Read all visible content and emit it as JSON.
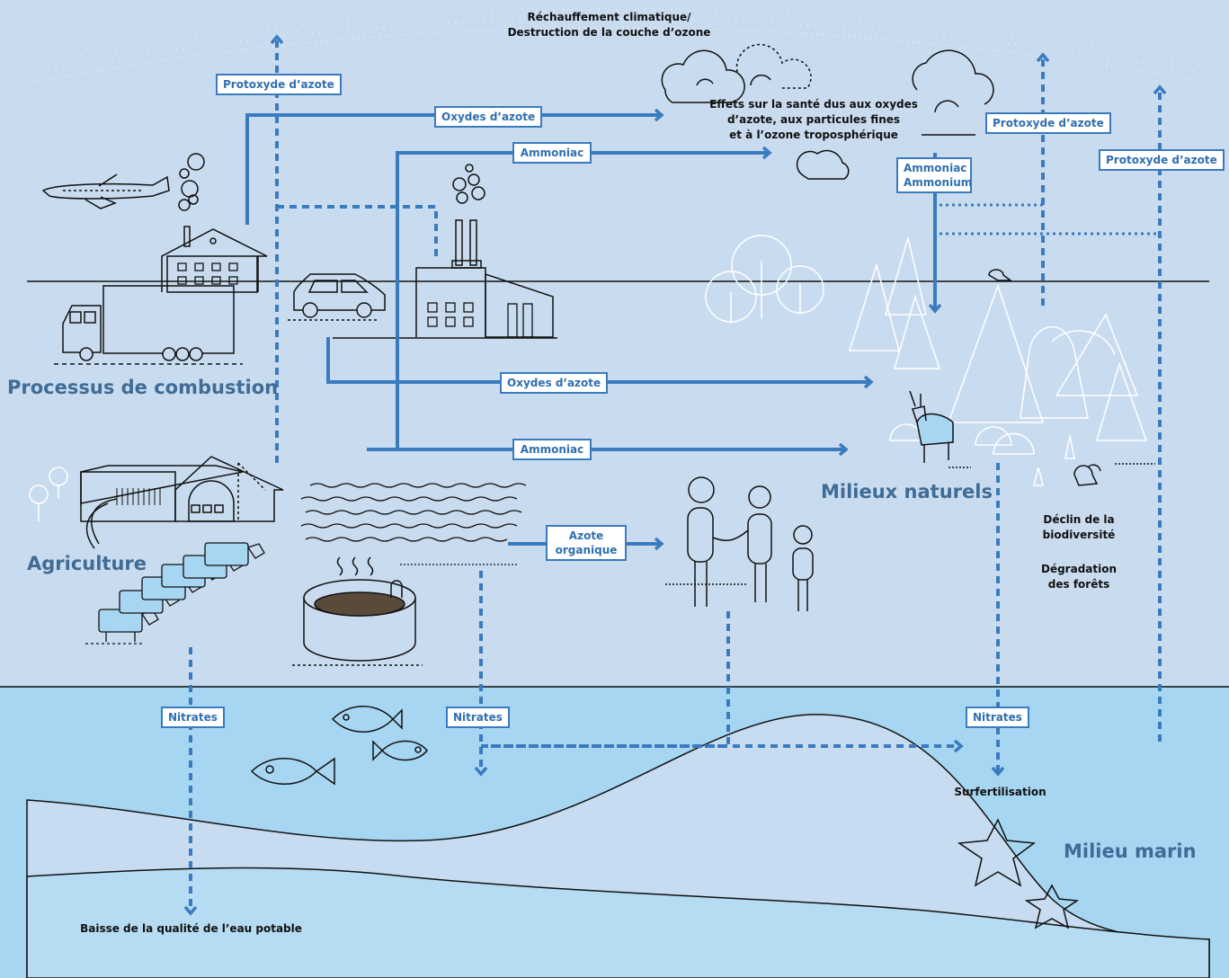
{
  "colors": {
    "background": "#c9dcef",
    "sea": "#a6d6f2",
    "arrow": "#3a7bbf",
    "zone_text": "#3f6c96"
  },
  "notes": {
    "climate_line1": "Réchauffement climatique/",
    "climate_line2": "Destruction de la couche d’ozone",
    "health_line1": "Effets sur la santé dus aux oxydes",
    "health_line2": "d’azote, aux particules fines",
    "health_line3": "et à l’ozone troposphérique",
    "biodiversity_line1": "Déclin de la",
    "biodiversity_line2": "biodiversité",
    "forests_line1": "Dégradation",
    "forests_line2": "des forêts",
    "eutrophication": "Surfertilisation",
    "drinking_water": "Baisse de la qualité de l’eau potable"
  },
  "zones": {
    "combustion": "Processus de combustion",
    "agriculture": "Agriculture",
    "natural": "Milieux naturels",
    "marine": "Milieu marin"
  },
  "labels": {
    "n2o_left": "Protoxyde d’azote",
    "nox_top": "Oxydes d’azote",
    "nh3_top": "Ammoniac",
    "nh3_nh4_line1": "Ammoniac",
    "nh3_nh4_line2": "Ammonium",
    "n2o_mid": "Protoxyde d’azote",
    "n2o_right": "Protoxyde d’azote",
    "nox_bottom": "Oxydes d’azote",
    "nh3_bottom": "Ammoniac",
    "organic_line1": "Azote",
    "organic_line2": "organique",
    "nitrates_left": "Nitrates",
    "nitrates_mid": "Nitrates",
    "nitrates_right": "Nitrates"
  },
  "icons": [
    "airplane-icon",
    "house-icon",
    "truck-icon",
    "car-icon",
    "factory-icon",
    "barn-icon",
    "cow-icon",
    "manure-tank-icon",
    "people-icon",
    "tree-icon",
    "deer-icon",
    "bird-icon",
    "squirrel-icon",
    "fish-icon",
    "starfish-icon",
    "cloud-icon"
  ]
}
